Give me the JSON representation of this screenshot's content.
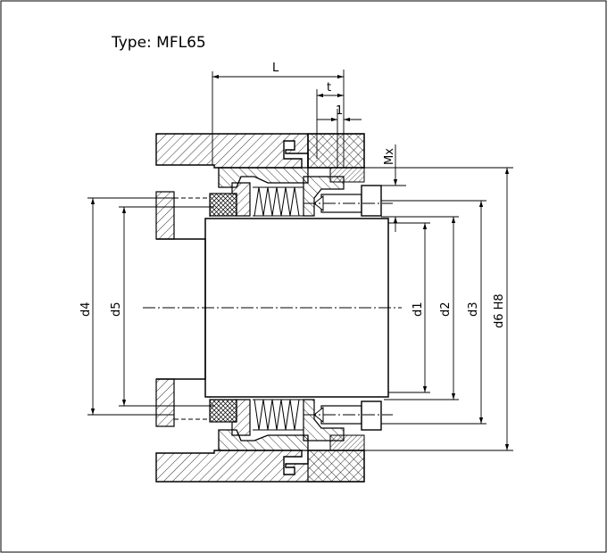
{
  "title": "Type: MFL65",
  "dimensions": {
    "L": "L",
    "t": "t",
    "one": "1",
    "mx": "Mx",
    "d4": "d4",
    "d5": "d5",
    "d1": "d1",
    "d2": "d2",
    "d3": "d3",
    "d6": "d6 H8"
  }
}
